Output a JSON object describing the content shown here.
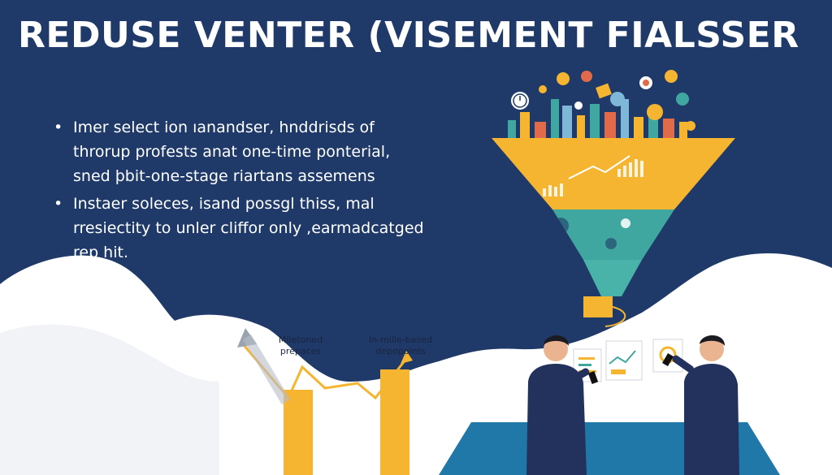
{
  "title": "REDUSE VENTER (VISEMENT FIALSSER",
  "bullets": [
    "Imer select ion ıanandser, hnddrisds of throrup profests anat one-time ponterial, sned þbit-one-stage riartans assemens",
    "Instaer soleces, isand possgl thiss, mal rresiectity to unler cliffor only ,earmadcatged rep hit."
  ],
  "labels": {
    "left": "Miletoned prepaces",
    "right": "In-mille-based depopoints"
  },
  "colors": {
    "background": "#1f3a68",
    "accent_yellow": "#f6b531",
    "accent_teal": "#3fa6a0",
    "floor": "#1f78a8",
    "suit": "#22325c"
  }
}
